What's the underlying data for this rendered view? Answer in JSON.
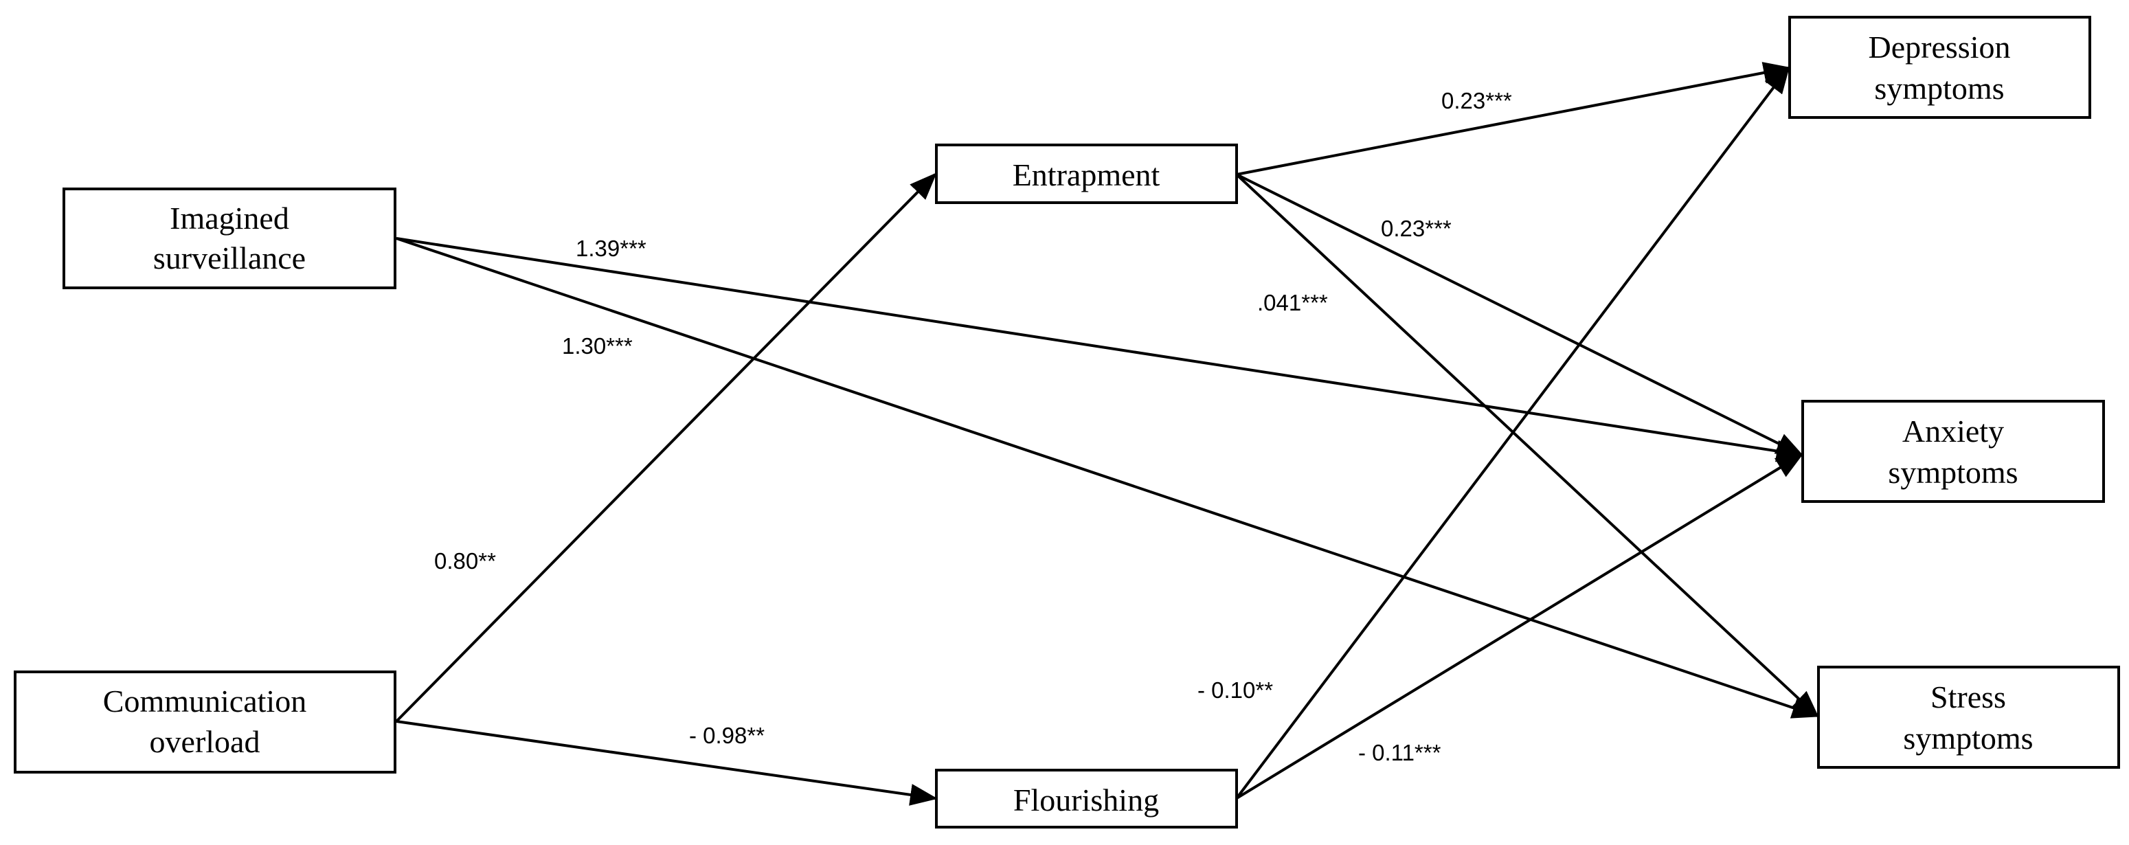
{
  "nodes": {
    "imagined_surveillance": [
      "Imagined",
      "surveillance"
    ],
    "communication_overload": [
      "Communication",
      "overload"
    ],
    "entrapment": [
      "Entrapment"
    ],
    "flourishing": [
      "Flourishing"
    ],
    "depression": [
      "Depression",
      "symptoms"
    ],
    "anxiety": [
      "Anxiety",
      "symptoms"
    ],
    "stress": [
      "Stress",
      "symptoms"
    ]
  },
  "edges": [
    {
      "from": "imagined_surveillance",
      "to": "anxiety",
      "label": "1.39***"
    },
    {
      "from": "imagined_surveillance",
      "to": "stress",
      "label": "1.30***"
    },
    {
      "from": "communication_overload",
      "to": "entrapment",
      "label": "0.80**"
    },
    {
      "from": "communication_overload",
      "to": "flourishing",
      "label": "- 0.98**"
    },
    {
      "from": "entrapment",
      "to": "depression",
      "label": "0.23***"
    },
    {
      "from": "entrapment",
      "to": "anxiety",
      "label": "0.23***"
    },
    {
      "from": "entrapment",
      "to": "stress",
      "label": ".041***"
    },
    {
      "from": "flourishing",
      "to": "depression",
      "label": "- 0.10**"
    },
    {
      "from": "flourishing",
      "to": "anxiety",
      "label": "- 0.11***"
    }
  ]
}
